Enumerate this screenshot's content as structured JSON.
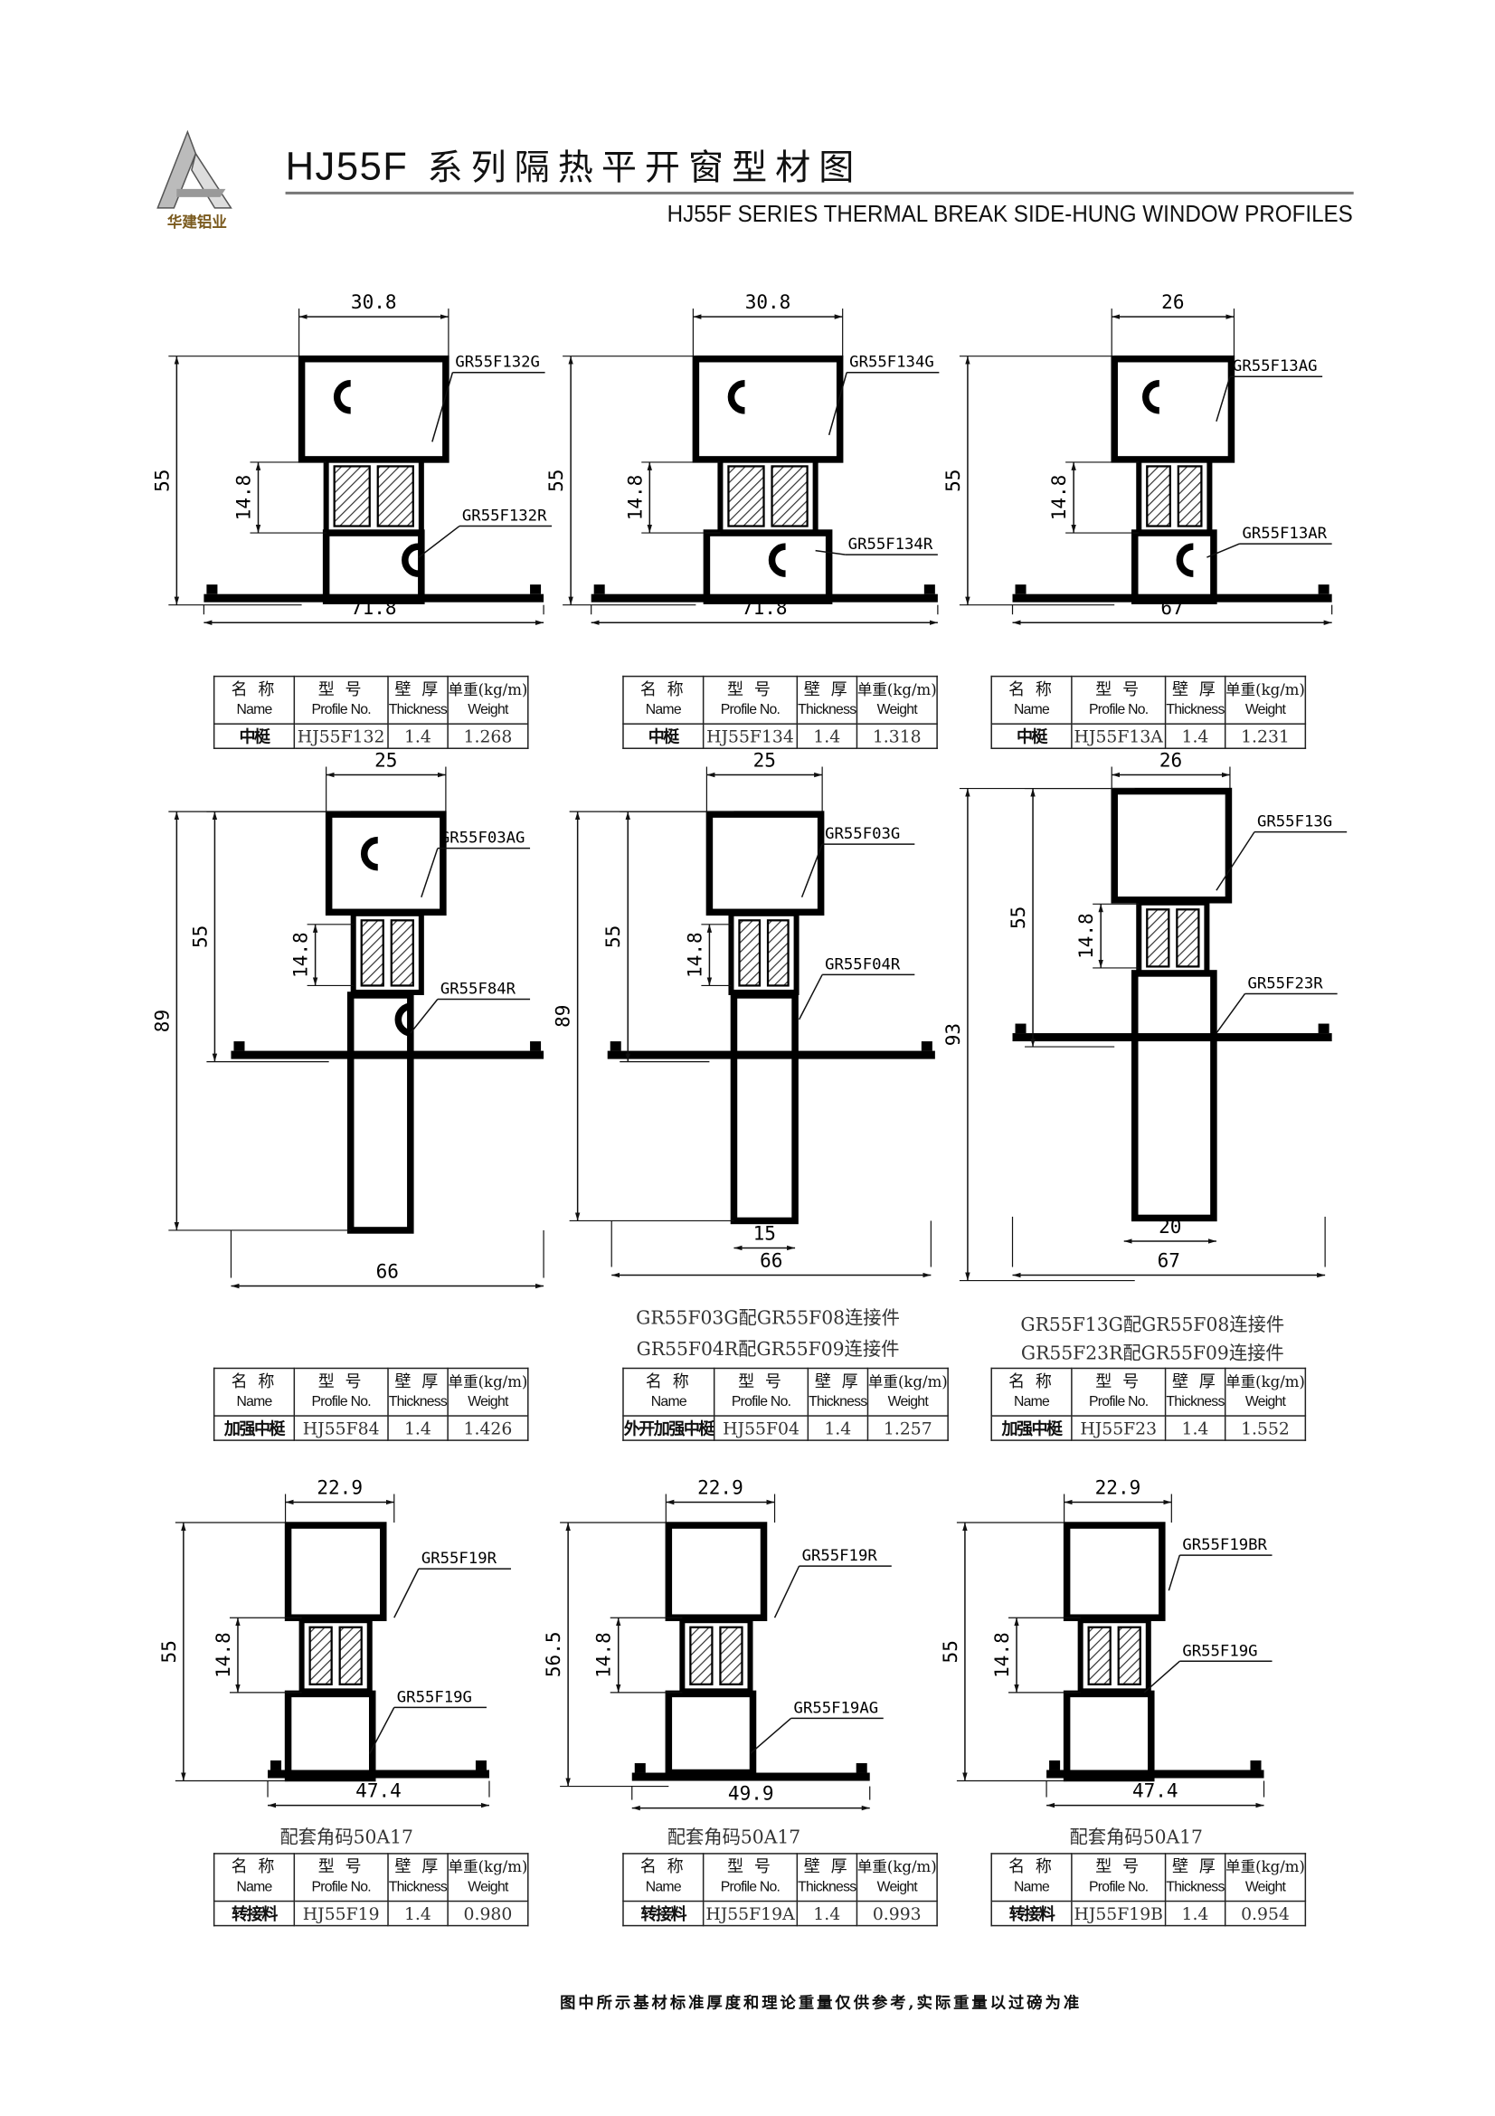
{
  "header": {
    "logo_text": "华建铝业",
    "title_code": "HJ55F",
    "title_cn": "系列隔热平开窗型材图",
    "subtitle": "HJ55F SERIES THERMAL BREAK SIDE-HUNG WINDOW PROFILES"
  },
  "table_headers": {
    "name_cn": "名 称",
    "name_en": "Name",
    "profile_cn": "型 号",
    "profile_en": "Profile No.",
    "thickness_cn": "壁 厚",
    "thickness_en": "Thickness",
    "weight_cn": "单重(kg/m)",
    "weight_en": "Weight"
  },
  "panels": [
    {
      "dims": {
        "top": "30.8",
        "height": "55",
        "break": "14.8",
        "bottom": "71.8"
      },
      "labels": [
        "GR55F132G",
        "GR55F132R"
      ],
      "table": {
        "name": "中梃",
        "profile": "HJ55F132",
        "thickness": "1.4",
        "weight": "1.268"
      }
    },
    {
      "dims": {
        "top": "30.8",
        "height": "55",
        "break": "14.8",
        "bottom": "71.8"
      },
      "labels": [
        "GR55F134G",
        "GR55F134R"
      ],
      "table": {
        "name": "中梃",
        "profile": "HJ55F134",
        "thickness": "1.4",
        "weight": "1.318"
      }
    },
    {
      "dims": {
        "top": "26",
        "height": "55",
        "break": "14.8",
        "bottom": "67"
      },
      "labels": [
        "GR55F13AG",
        "GR55F13AR"
      ],
      "table": {
        "name": "中梃",
        "profile": "HJ55F13A",
        "thickness": "1.4",
        "weight": "1.231"
      }
    },
    {
      "dims": {
        "top": "25",
        "total": "89",
        "height": "55",
        "break": "14.8",
        "bottom": "66"
      },
      "labels": [
        "GR55F03AG",
        "GR55F84R"
      ],
      "table": {
        "name": "加强中梃",
        "profile": "HJ55F84",
        "thickness": "1.4",
        "weight": "1.426"
      }
    },
    {
      "dims": {
        "top": "25",
        "total": "89",
        "height": "55",
        "break": "14.8",
        "inner": "15",
        "bottom": "66"
      },
      "labels": [
        "GR55F03G",
        "GR55F04R"
      ],
      "captions": [
        "GR55F03G配GR55F08连接件",
        "GR55F04R配GR55F09连接件"
      ],
      "table": {
        "name": "外开加强中梃",
        "profile": "HJ55F04",
        "thickness": "1.4",
        "weight": "1.257"
      }
    },
    {
      "dims": {
        "top": "26",
        "total": "93",
        "height": "55",
        "break": "14.8",
        "inner": "20",
        "bottom": "67"
      },
      "labels": [
        "GR55F13G",
        "GR55F23R"
      ],
      "captions": [
        "GR55F13G配GR55F08连接件",
        "GR55F23R配GR55F09连接件"
      ],
      "table": {
        "name": "加强中梃",
        "profile": "HJ55F23",
        "thickness": "1.4",
        "weight": "1.552"
      }
    },
    {
      "dims": {
        "top": "22.9",
        "height": "55",
        "break": "14.8",
        "bottom": "47.4"
      },
      "labels": [
        "GR55F19R",
        "GR55F19G"
      ],
      "captions": [
        "配套角码50A17"
      ],
      "table": {
        "name": "转接料",
        "profile": "HJ55F19",
        "thickness": "1.4",
        "weight": "0.980"
      }
    },
    {
      "dims": {
        "top": "22.9",
        "height": "56.5",
        "break": "14.8",
        "bottom": "49.9"
      },
      "labels": [
        "GR55F19R",
        "GR55F19AG"
      ],
      "captions": [
        "配套角码50A17"
      ],
      "table": {
        "name": "转接料",
        "profile": "HJ55F19A",
        "thickness": "1.4",
        "weight": "0.993"
      }
    },
    {
      "dims": {
        "top": "22.9",
        "height": "55",
        "break": "14.8",
        "bottom": "47.4"
      },
      "labels": [
        "GR55F19BR",
        "GR55F19G"
      ],
      "captions": [
        "配套角码50A17"
      ],
      "table": {
        "name": "转接料",
        "profile": "HJ55F19B",
        "thickness": "1.4",
        "weight": "0.954"
      }
    }
  ],
  "footer": "图中所示基材标准厚度和理论重量仅供参考,实际重量以过磅为准"
}
